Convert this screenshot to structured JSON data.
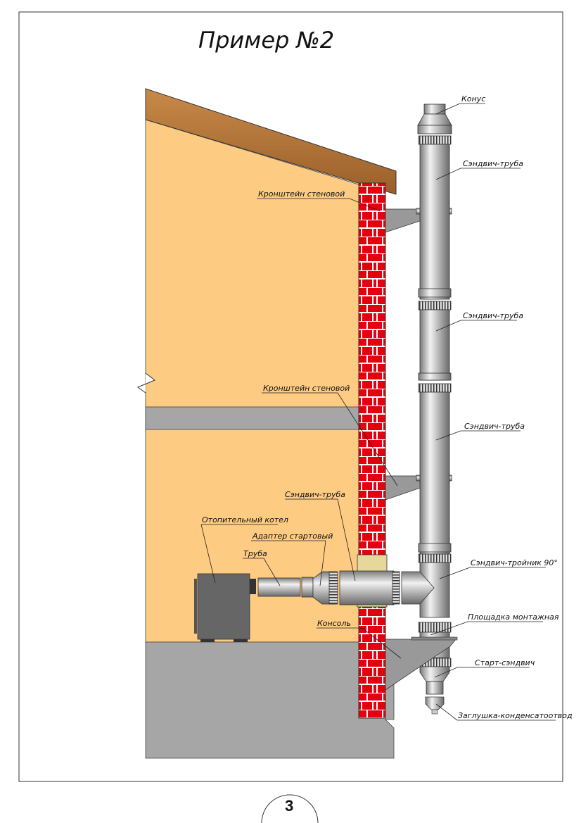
{
  "title": "Пример №2",
  "page_number": "3",
  "labels": {
    "cone": "Конус",
    "sandwich_pipe_1": "Сэндвич-труба",
    "wall_bracket_1": "Кронштейн стеновой",
    "sandwich_pipe_2": "Сэндвич-труба",
    "wall_bracket_2": "Кронштейн стеновой",
    "sandwich_pipe_3": "Сэндвич-труба",
    "sandwich_pipe_horizontal": "Сэндвич-труба",
    "boiler": "Отопительный котел",
    "start_adapter": "Адаптер стартовый",
    "pipe": "Труба",
    "sandwich_tee": "Сэндвич-тройник 90°",
    "mounting_platform": "Площадка монтажная",
    "console": "Консоль",
    "start_sandwich": "Старт-сэндвич",
    "condensate_plug": "Заглушка-конденсатоотвод"
  },
  "colors": {
    "wall": "#FDCB82",
    "brick": "#E3000F",
    "concrete": "#A6A6A6",
    "roof": "#B7783A",
    "insulation": "#E6D89A",
    "boiler": "#666666"
  }
}
